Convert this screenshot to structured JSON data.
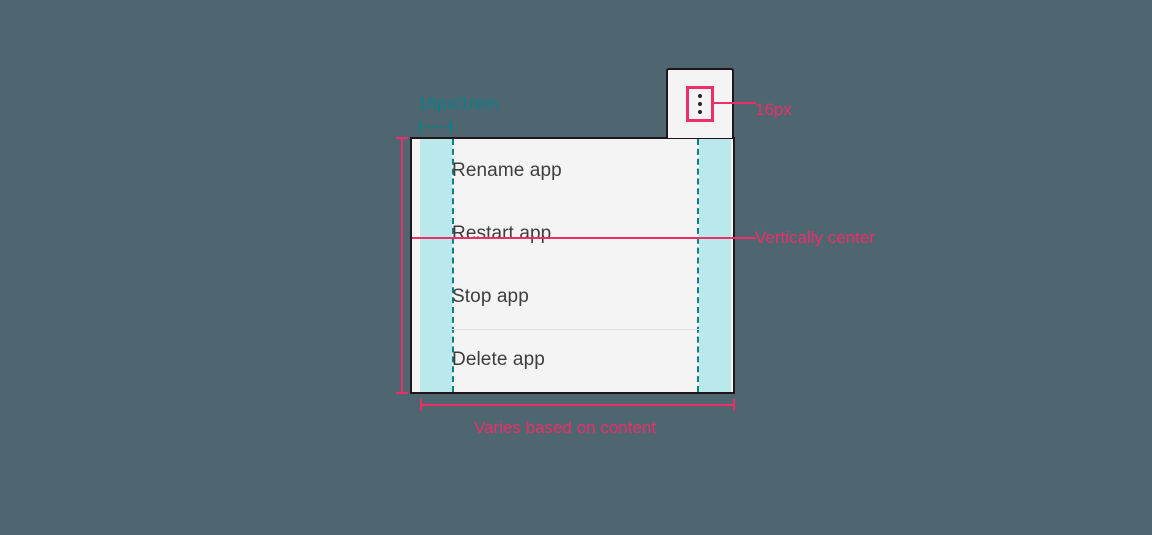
{
  "canvas": {
    "background_color": "#4d6670"
  },
  "trigger": {
    "icon": "overflow-menu-vertical-icon",
    "dots": 3
  },
  "menu": {
    "items": [
      {
        "label": "Rename app",
        "divider_above": false
      },
      {
        "label": "Restart app",
        "divider_above": false
      },
      {
        "label": "Stop app",
        "divider_above": false
      },
      {
        "label": "Delete app",
        "divider_above": true
      }
    ]
  },
  "annotations": {
    "padding_label": "16px/1rem",
    "trigger_size_label": "16px",
    "vertical_center_label": "Vertically center",
    "width_label": "Varies based on content"
  },
  "colors": {
    "annotation_teal": "#0e7f86",
    "annotation_pink": "#ee2e69",
    "padding_swatch": "#b9e9ea",
    "menu_surface": "#f4f4f4",
    "menu_border": "#21141b",
    "menu_text": "#3d3d3d",
    "divider": "#e0e0e0"
  }
}
